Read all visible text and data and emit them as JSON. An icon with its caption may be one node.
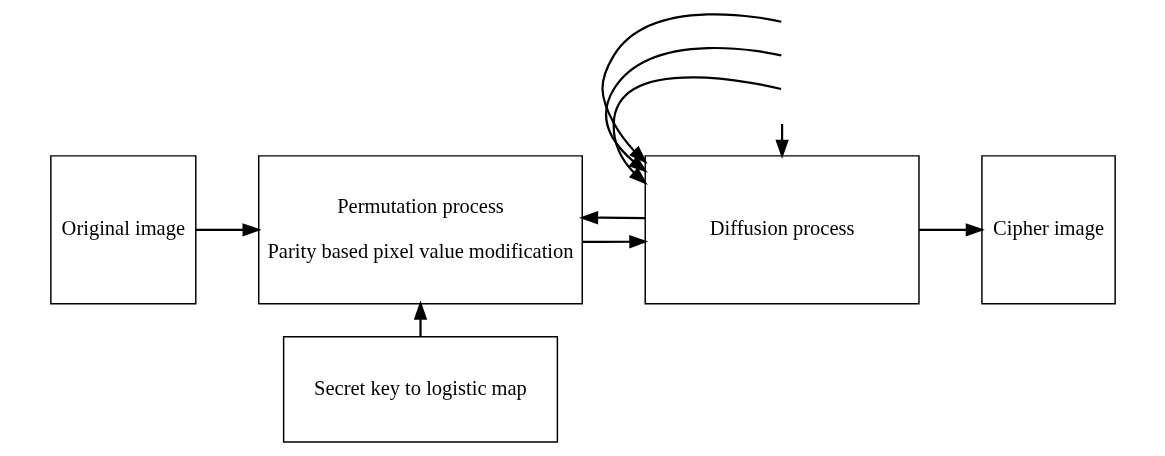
{
  "diagram": {
    "nodes": [
      {
        "text": [
          "Original image"
        ]
      },
      {
        "text": [
          "Permutation process",
          "Parity based pixel value modification"
        ]
      },
      {
        "text": [
          "Diffusion process"
        ]
      },
      {
        "text": [
          "Cipher image"
        ]
      },
      {
        "text": [
          "Secret key to logistic map"
        ]
      }
    ],
    "edges": [
      {
        "from": 0,
        "to": 1,
        "arrow": "to"
      },
      {
        "from": 1,
        "to": 2,
        "arrow": "to"
      },
      {
        "from": 2,
        "to": 3,
        "arrow": "to"
      },
      {
        "from": 2,
        "to": 1,
        "arrow": "to"
      },
      {
        "from": 4,
        "to": 1,
        "arrow": "to"
      },
      {
        "from": null,
        "to": 2,
        "arrow": "to"
      },
      {
        "from": null,
        "to": 2,
        "arrow": "to"
      },
      {
        "from": null,
        "to": 2,
        "arrow": "to"
      },
      {
        "from": null,
        "to": 2,
        "arrow": "to"
      }
    ]
  }
}
